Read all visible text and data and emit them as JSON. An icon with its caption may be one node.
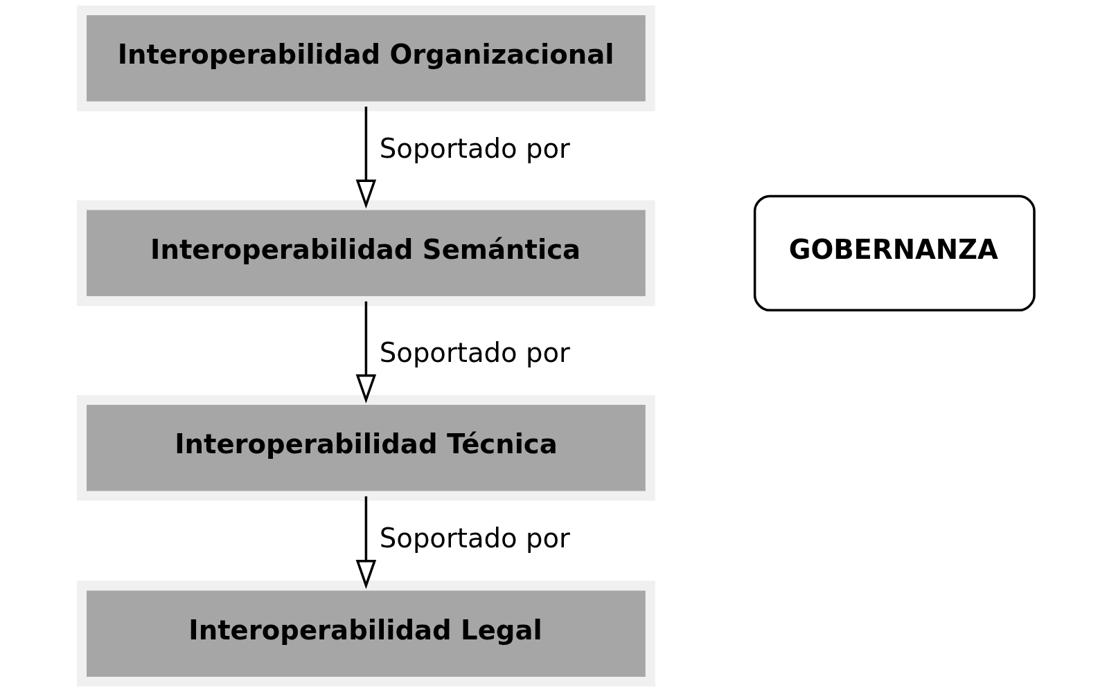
{
  "diagram": {
    "nodes": [
      {
        "text": [
          "Interoperabilidad Organizacional"
        ]
      },
      {
        "text": [
          "Interoperabilidad Semántica"
        ]
      },
      {
        "text": [
          "Interoperabilidad Técnica"
        ]
      },
      {
        "text": [
          "Interoperabilidad Legal"
        ]
      },
      {
        "text": [
          "GOBERNANZA"
        ]
      }
    ],
    "edges": [
      {
        "from": 0,
        "to": 1,
        "arrow": "to",
        "label": "Soportado por"
      },
      {
        "from": 1,
        "to": 2,
        "arrow": "to",
        "label": "Soportado por"
      },
      {
        "from": 2,
        "to": 3,
        "arrow": "to",
        "label": "Soportado por"
      }
    ]
  }
}
